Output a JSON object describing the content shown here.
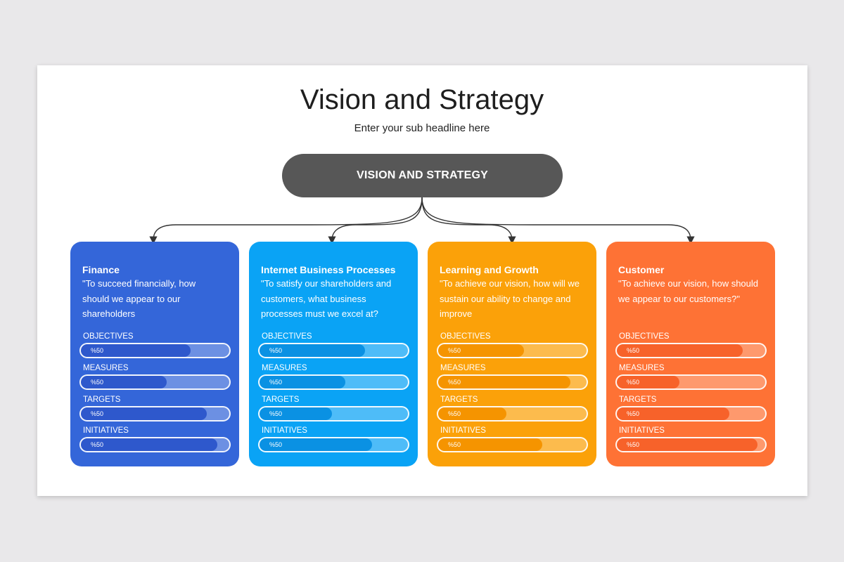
{
  "header": {
    "title": "Vision and Strategy",
    "subtitle": "Enter your sub headline here"
  },
  "central_node": {
    "label": "VISION AND STRATEGY",
    "color": "#575757"
  },
  "cards": [
    {
      "title": "Finance",
      "quote": "\"To succeed financially, how should we appear to our shareholders",
      "color": "#3466d9",
      "fill_color": "#2e58cc",
      "metrics": [
        {
          "label": "OBJECTIVES",
          "value_text": "%50",
          "fill": 0.74
        },
        {
          "label": "MEASURES",
          "value_text": "%50",
          "fill": 0.58
        },
        {
          "label": "TARGETS",
          "value_text": "%50",
          "fill": 0.85
        },
        {
          "label": "INITIATIVES",
          "value_text": "%50",
          "fill": 0.92
        }
      ]
    },
    {
      "title": "Internet Business Processes",
      "quote": "\"To satisfy our shareholders and customers, what business processes must we excel at?",
      "color": "#0aa3f5",
      "fill_color": "#0a91e3",
      "metrics": [
        {
          "label": "OBJECTIVES",
          "value_text": "%50",
          "fill": 0.71
        },
        {
          "label": "MEASURES",
          "value_text": "%50",
          "fill": 0.58
        },
        {
          "label": "TARGETS",
          "value_text": "%50",
          "fill": 0.49
        },
        {
          "label": "INITIATIVES",
          "value_text": "%50",
          "fill": 0.76
        }
      ]
    },
    {
      "title": "Learning and Growth",
      "quote": "\"To achieve our vision, how will we sustain our ability to change and improve",
      "color": "#fba109",
      "fill_color": "#f59400",
      "metrics": [
        {
          "label": "OBJECTIVES",
          "value_text": "%50",
          "fill": 0.58
        },
        {
          "label": "MEASURES",
          "value_text": "%50",
          "fill": 0.89
        },
        {
          "label": "TARGETS",
          "value_text": "%50",
          "fill": 0.46
        },
        {
          "label": "INITIATIVES",
          "value_text": "%50",
          "fill": 0.7
        }
      ]
    },
    {
      "title": "Customer",
      "quote": "\"To achieve our vision, how should we appear to our customers?\"",
      "color": "#fe7235",
      "fill_color": "#f7622a",
      "metrics": [
        {
          "label": "OBJECTIVES",
          "value_text": "%50",
          "fill": 0.85
        },
        {
          "label": "MEASURES",
          "value_text": "%50",
          "fill": 0.42
        },
        {
          "label": "TARGETS",
          "value_text": "%50",
          "fill": 0.76
        },
        {
          "label": "INITIATIVES",
          "value_text": "%50",
          "fill": 0.95
        }
      ]
    }
  ]
}
